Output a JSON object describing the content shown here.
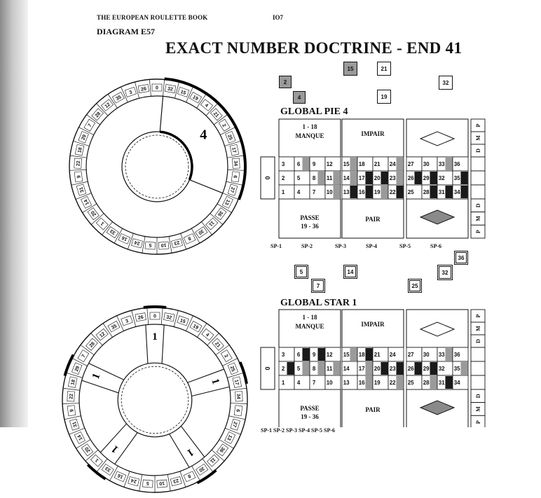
{
  "header": {
    "book_title": "THE EUROPEAN ROULETTE BOOK",
    "page_number": "IO7",
    "diagram_label": "DIAGRAM E57",
    "main_title": "EXACT NUMBER DOCTRINE - END 41"
  },
  "wheel_sequence": [
    "0",
    "32",
    "15",
    "19",
    "4",
    "21",
    "2",
    "25",
    "17",
    "34",
    "6",
    "27",
    "13",
    "36",
    "11",
    "30",
    "8",
    "23",
    "10",
    "5",
    "24",
    "16",
    "33",
    "1",
    "20",
    "14",
    "31",
    "9",
    "22",
    "18",
    "29",
    "7",
    "28",
    "12",
    "35",
    "3",
    "26"
  ],
  "pie_wheel": {
    "sector_label": "4"
  },
  "star_wheel": {
    "sector_label": "1"
  },
  "top_squares": [
    "2",
    "4",
    "15",
    "21",
    "19",
    "32"
  ],
  "middle_squares": [
    "5",
    "7",
    "14",
    "32",
    "36",
    "25"
  ],
  "layout_pie": {
    "title": "GLOBAL PIE 4",
    "top_left_label_1": "1 - 18",
    "top_left_label_2": "MANQUE",
    "top_center_label": "IMPAIR",
    "bottom_left_label_1": "PASSE",
    "bottom_left_label_2": "19 - 36",
    "bottom_center_label": "PAIR",
    "zero": "0",
    "side_top": [
      "P",
      "M",
      "D"
    ],
    "side_bottom": [
      "D",
      "M",
      "P"
    ],
    "sp_labels": [
      "SP-1",
      "SP-2",
      "SP-3",
      "SP-4",
      "SP-5",
      "SP-6"
    ],
    "dark": [
      "13",
      "16",
      "17",
      "20",
      "22",
      "26",
      "28",
      "29",
      "31",
      "34",
      "35"
    ],
    "shade": [
      "6",
      "8",
      "10",
      "11",
      "14",
      "15",
      "19",
      "24",
      "23",
      "33"
    ]
  },
  "layout_star": {
    "title": "GLOBAL STAR 1",
    "top_left_label_1": "1 - 18",
    "top_left_label_2": "MANQUE",
    "top_center_label": "IMPAIR",
    "bottom_left_label_1": "PASSE",
    "bottom_left_label_2": "19 - 36",
    "bottom_center_label": "PAIR",
    "zero": "0",
    "side_top": [
      "P",
      "M",
      "D"
    ],
    "side_bottom": [
      "D",
      "M",
      "P"
    ],
    "sp_labels_line": "SP-1 SP-2 SP-3 SP-4 SP-5 SP-6",
    "dark": [
      "2",
      "6",
      "9",
      "18",
      "20",
      "23",
      "26",
      "29",
      "31"
    ],
    "shade": [
      "5",
      "8",
      "11",
      "15",
      "16",
      "17",
      "22",
      "28",
      "33",
      "35"
    ]
  },
  "colors": {
    "ink": "#111111",
    "dark": "#1a1a1a",
    "shade": "#9a9a9a",
    "paper": "#ffffff"
  }
}
